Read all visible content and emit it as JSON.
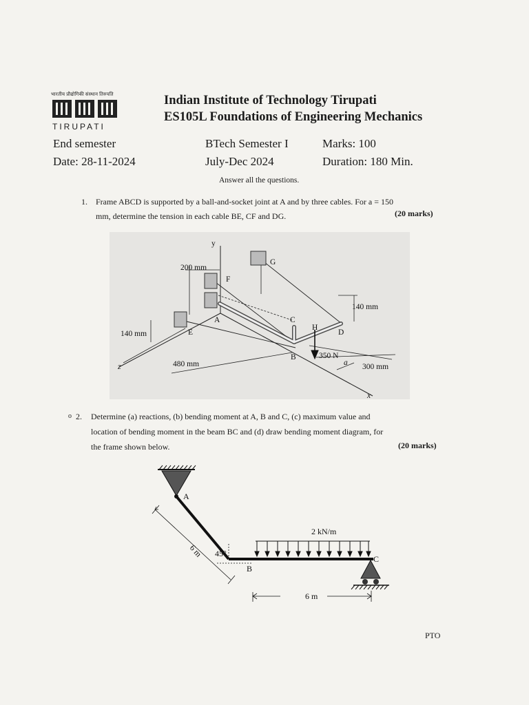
{
  "header": {
    "logo_hindi": "भारतीय प्रौद्योगिकी संस्थान तिरुपति",
    "logo_name": "TIRUPATI",
    "institute": "Indian Institute of Technology Tirupati",
    "course": "ES105L Foundations of Engineering Mechanics",
    "exam": "End semester",
    "date": "Date: 28-11-2024",
    "program": "BTech Semester I",
    "session": "July-Dec 2024",
    "marks": "Marks: 100",
    "duration": "Duration: 180 Min.",
    "instruction": "Answer all the questions."
  },
  "question1": {
    "number": "1.",
    "line1": "Frame ABCD is supported by a ball-and-socket joint at A and by three cables. For a = 150",
    "line2": "mm, determine the tension in each cable BE, CF and DG.",
    "marks": "(20 marks)",
    "figure": {
      "y_axis": "y",
      "x_axis": "x",
      "z_axis": "z",
      "dim_200": "200 mm",
      "dim_140_left": "140 mm",
      "dim_140_right": "140 mm",
      "dim_480": "480 mm",
      "dim_300": "300 mm",
      "dim_a": "a",
      "load": "350 N",
      "labels": {
        "A": "A",
        "B": "B",
        "C": "C",
        "D": "D",
        "E": "E",
        "F": "F",
        "G": "G",
        "H": "H"
      }
    }
  },
  "question2": {
    "bullet": "o",
    "number": "2.",
    "line1": "Determine (a) reactions, (b) bending moment at A, B and C, (c) maximum value and",
    "line2": "location of bending moment in the beam BC and (d) draw bending moment diagram, for",
    "line3": "the frame shown below.",
    "marks": "(20 marks)",
    "figure": {
      "label_A": "A",
      "label_B": "B",
      "label_C": "C",
      "load": "2 kN/m",
      "length_AB": "6 m",
      "angle": "45°",
      "length_BC": "6 m"
    }
  },
  "footer": {
    "pto": "PTO"
  }
}
